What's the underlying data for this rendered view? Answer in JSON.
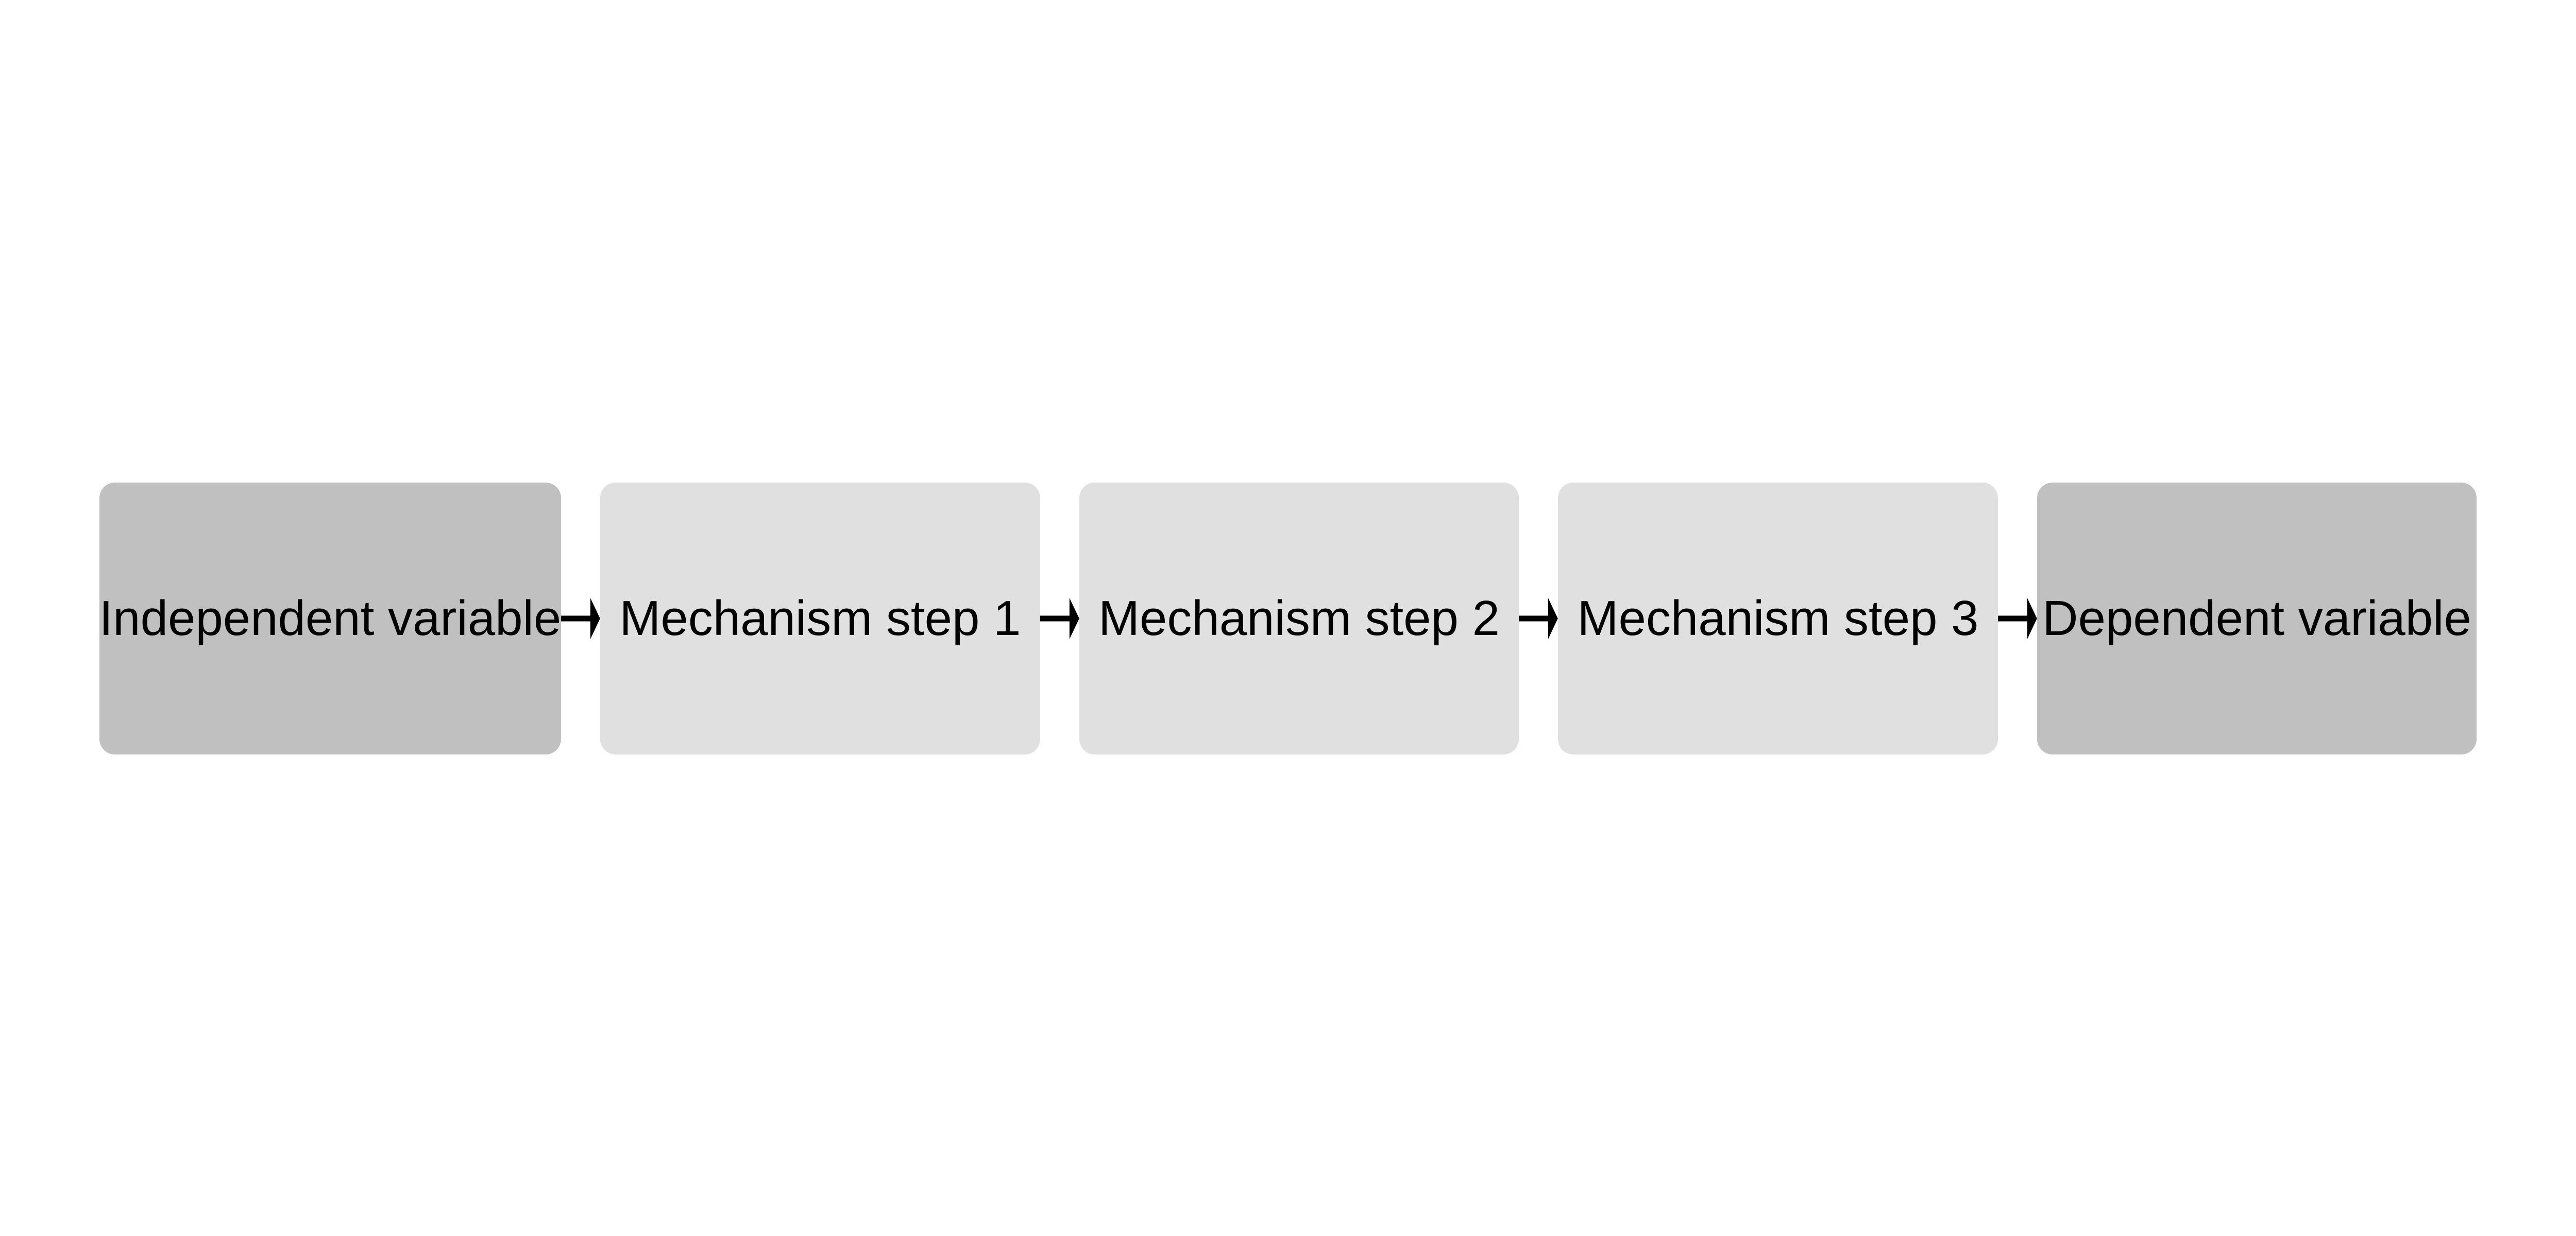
{
  "nodes": [
    {
      "label": "Independent variable",
      "color": "#c0c0c0"
    },
    {
      "label": "Mechanism step 1",
      "color": "#e0e0e0"
    },
    {
      "label": "Mechanism step 2",
      "color": "#e0e0e0"
    },
    {
      "label": "Mechanism step 3",
      "color": "#e0e0e0"
    },
    {
      "label": "Dependent variable",
      "color": "#c0c0c0"
    }
  ],
  "edges": [
    {
      "from": "Independent variable",
      "to": "Mechanism step 1"
    },
    {
      "from": "Mechanism step 1",
      "to": "Mechanism step 2"
    },
    {
      "from": "Mechanism step 2",
      "to": "Mechanism step 3"
    },
    {
      "from": "Mechanism step 3",
      "to": "Dependent variable"
    }
  ],
  "arrow_color": "#000000"
}
